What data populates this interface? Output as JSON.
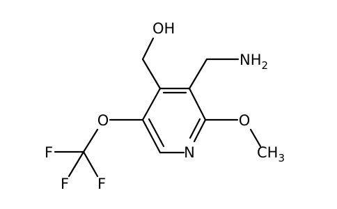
{
  "molecule": {
    "labels": {
      "hydroxyl_O": "O",
      "hydroxyl_H": "H",
      "amine_N": "N",
      "amine_H": "H",
      "amine_sub": "2",
      "ring_N": "N",
      "methoxy_O": "O",
      "methyl_C": "C",
      "methyl_H": "H",
      "methyl_sub": "3",
      "ether_O": "O",
      "fluorine_top": "F",
      "fluorine_left": "F",
      "fluorine_right": "F"
    },
    "colors": {
      "bond": "#000000",
      "text": "#000000",
      "background": "#ffffff"
    }
  }
}
